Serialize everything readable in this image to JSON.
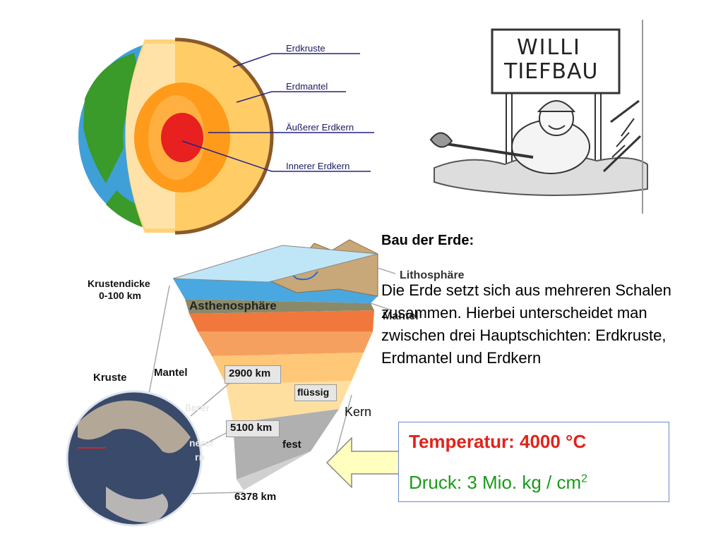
{
  "globe_diagram": {
    "labels": [
      "Erdkruste",
      "Erdmantel",
      "Äußerer Erdkern",
      "Innerer Erdkern"
    ]
  },
  "cartoon": {
    "sign_line1": "WILLI",
    "sign_line2": "TIEFBAU"
  },
  "layer_diagram": {
    "krustendicke": "Krustendicke",
    "krustendicke_range": "0-100 km",
    "asthenosphaere": "Asthenosphäre",
    "lithosphaere": "Lithosphäre",
    "mantel_right": "Mantel",
    "kruste": "Kruste",
    "mantel": "Mantel",
    "aeusserer_partial": "ßerer",
    "innerer_partial": "nerer",
    "kern_partial": "rn",
    "depth_2900": "2900 km",
    "fluessig": "flüssig",
    "depth_5100": "5100 km",
    "fest": "fest",
    "kern": "Kern",
    "depth_6378": "6378 km"
  },
  "text": {
    "heading": "Bau der Erde:",
    "body": "Die Erde setzt sich aus mehreren Schalen zusammen. Hierbei unterscheidet man zwischen drei Hauptschichten: Erdkruste, Erdmantel und Erdkern"
  },
  "info_box": {
    "temperature": "Temperatur: 4000 °C",
    "pressure": "Druck: 3 Mio. kg / cm",
    "pressure_sup": "2"
  },
  "colors": {
    "temperature": "#e2231a",
    "pressure": "#1a9a1a",
    "box_border": "#6a8ad0",
    "arrow_fill": "#ffffc0"
  }
}
